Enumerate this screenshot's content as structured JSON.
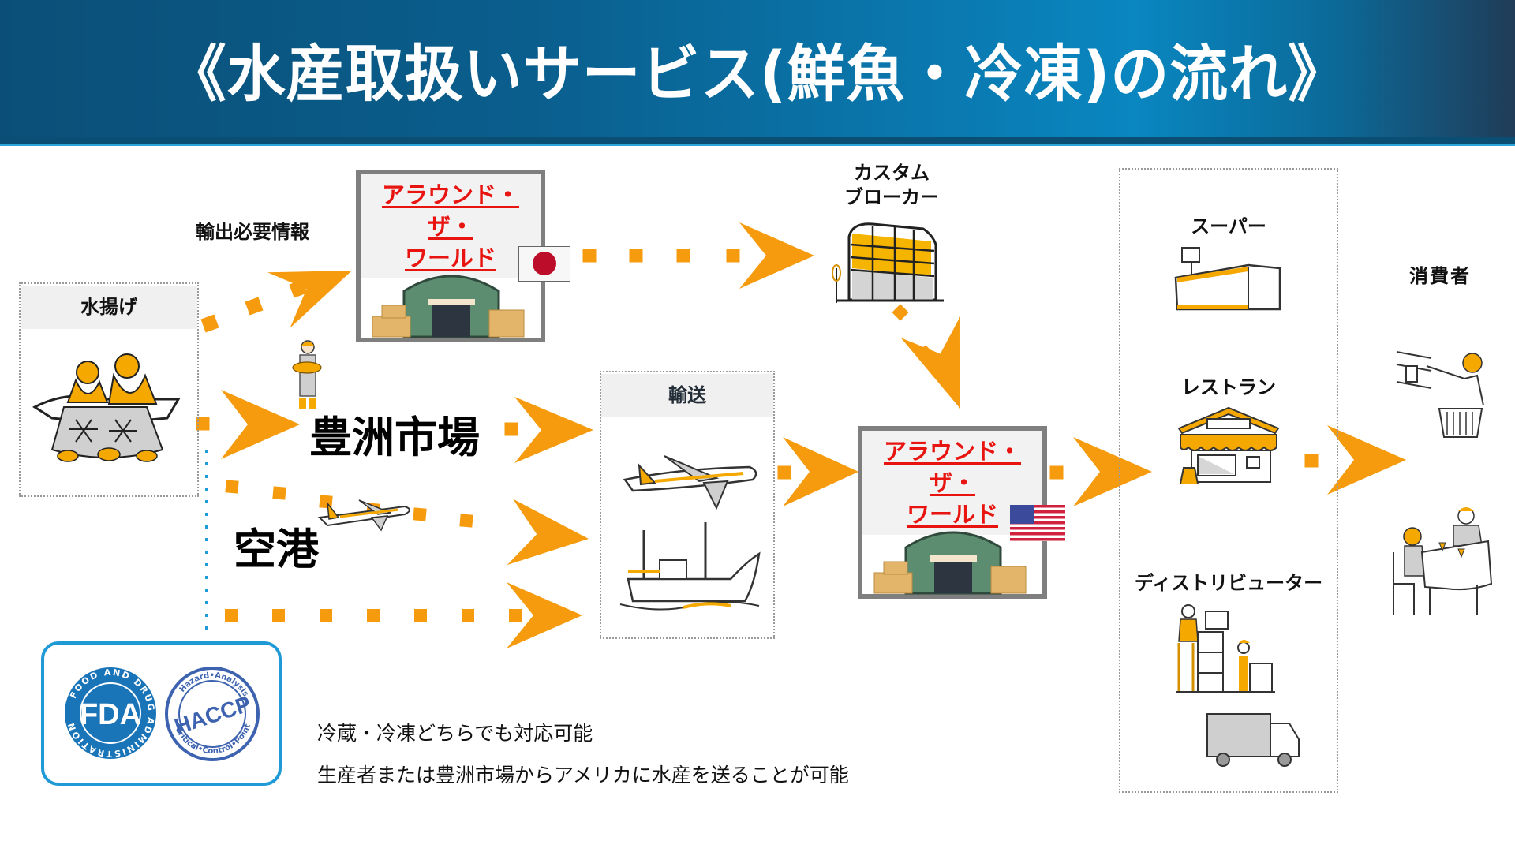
{
  "header": {
    "title": "《水産取扱いサービス(鮮魚・冷凍)の流れ》"
  },
  "colors": {
    "header_start": "#0b4f78",
    "header_end": "#203c58",
    "arrow_orange": "#f59b0d",
    "brand_red": "#e8140f",
    "cert_border": "#1f9ad6",
    "fda_blue": "#1a74b8",
    "haccp_blue": "#3d63b0"
  },
  "nodes": {
    "landing": {
      "label": "水揚げ",
      "icon": "fishermen-net-icon"
    },
    "export_info": {
      "label": "輸出必要情報"
    },
    "atw_japan": {
      "label_line1": "アラウンド・ザ・",
      "label_line2": "ワールド",
      "icon": "warehouse-icon",
      "flag": "japan-flag-icon"
    },
    "customs_broker": {
      "label_line1": "カスタム",
      "label_line2": "ブローカー",
      "icon": "office-building-icon"
    },
    "toyosu": {
      "label": "豊洲市場",
      "icon": "fish-market-worker-icon"
    },
    "airport": {
      "label": "空港",
      "icon": "airplane-icon"
    },
    "transport": {
      "label": "輸送",
      "icons": [
        "airplane-icon",
        "cargo-ship-icon"
      ]
    },
    "atw_usa": {
      "label_line1": "アラウンド・ザ・",
      "label_line2": "ワールド",
      "icon": "warehouse-icon",
      "flag": "usa-flag-icon"
    },
    "retail": {
      "items": [
        {
          "label": "スーパー",
          "icon": "supermarket-icon"
        },
        {
          "label": "レストラン",
          "icon": "restaurant-icon"
        },
        {
          "label": "ディストリビューター",
          "icon": "distributor-icon"
        }
      ]
    },
    "consumer": {
      "label": "消費者",
      "icons": [
        "shopper-icon",
        "dining-couple-icon"
      ]
    }
  },
  "certifications": {
    "fda": {
      "center": "FDA",
      "ring": "FOOD AND DRUG ADMINISTRATION"
    },
    "haccp": {
      "center": "HACCP",
      "ring_top": "Hazard•Analysis",
      "ring_bottom": "Critical•Control•Point"
    }
  },
  "notes": [
    "冷蔵・冷凍どちらでも対応可能",
    "生産者または豊洲市場からアメリカに水産を送ることが可能"
  ]
}
